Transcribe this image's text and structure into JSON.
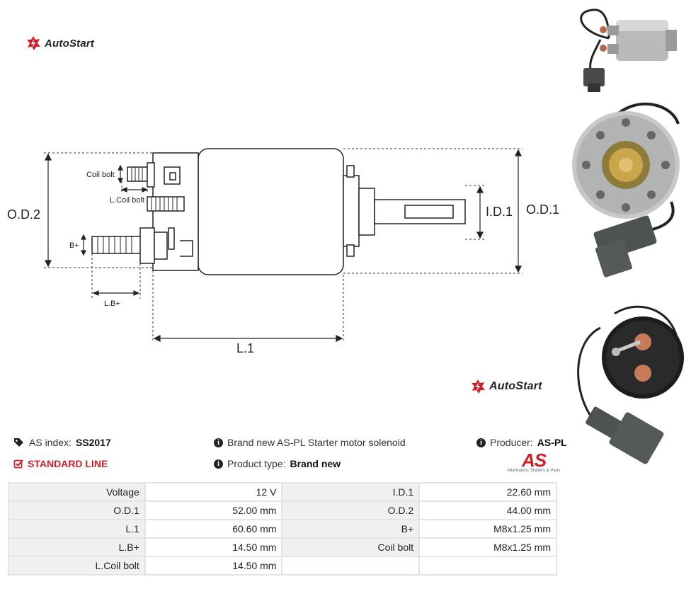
{
  "brand": {
    "name": "AutoStart"
  },
  "diagram": {
    "labels": {
      "coil_bolt": "Coil bolt",
      "l_coil_bolt": "L.Coil bolt",
      "b_plus": "B+",
      "l_b_plus": "L.B+",
      "l1": "L.1",
      "od2": "O.D.2",
      "od1": "O.D.1",
      "id1": "I.D.1"
    }
  },
  "product": {
    "as_index_label": "AS index:",
    "as_index": "SS2017",
    "line": "STANDARD LINE",
    "description": "Brand new AS-PL Starter motor solenoid",
    "type_label": "Product type:",
    "type": "Brand new",
    "producer_label": "Producer:",
    "producer": "AS-PL"
  },
  "as_logo": {
    "mark": "AS",
    "tagline": "Alternators, Starters & Parts"
  },
  "specs": [
    [
      "Voltage",
      "12 V",
      "I.D.1",
      "22.60 mm"
    ],
    [
      "O.D.1",
      "52.00 mm",
      "O.D.2",
      "44.00 mm"
    ],
    [
      "L.1",
      "60.60 mm",
      "B+",
      "M8x1.25 mm"
    ],
    [
      "L.B+",
      "14.50 mm",
      "Coil bolt",
      "M8x1.25 mm"
    ],
    [
      "L.Coil bolt",
      "14.50 mm",
      "",
      ""
    ]
  ],
  "colors": {
    "accent_red": "#d0202a",
    "key_cell_bg": "#f0f0f0",
    "border": "#e4e4e4"
  },
  "icons": [
    "autostart-logo-icon",
    "tag-icon",
    "check-square-icon",
    "info-circle-icon"
  ]
}
